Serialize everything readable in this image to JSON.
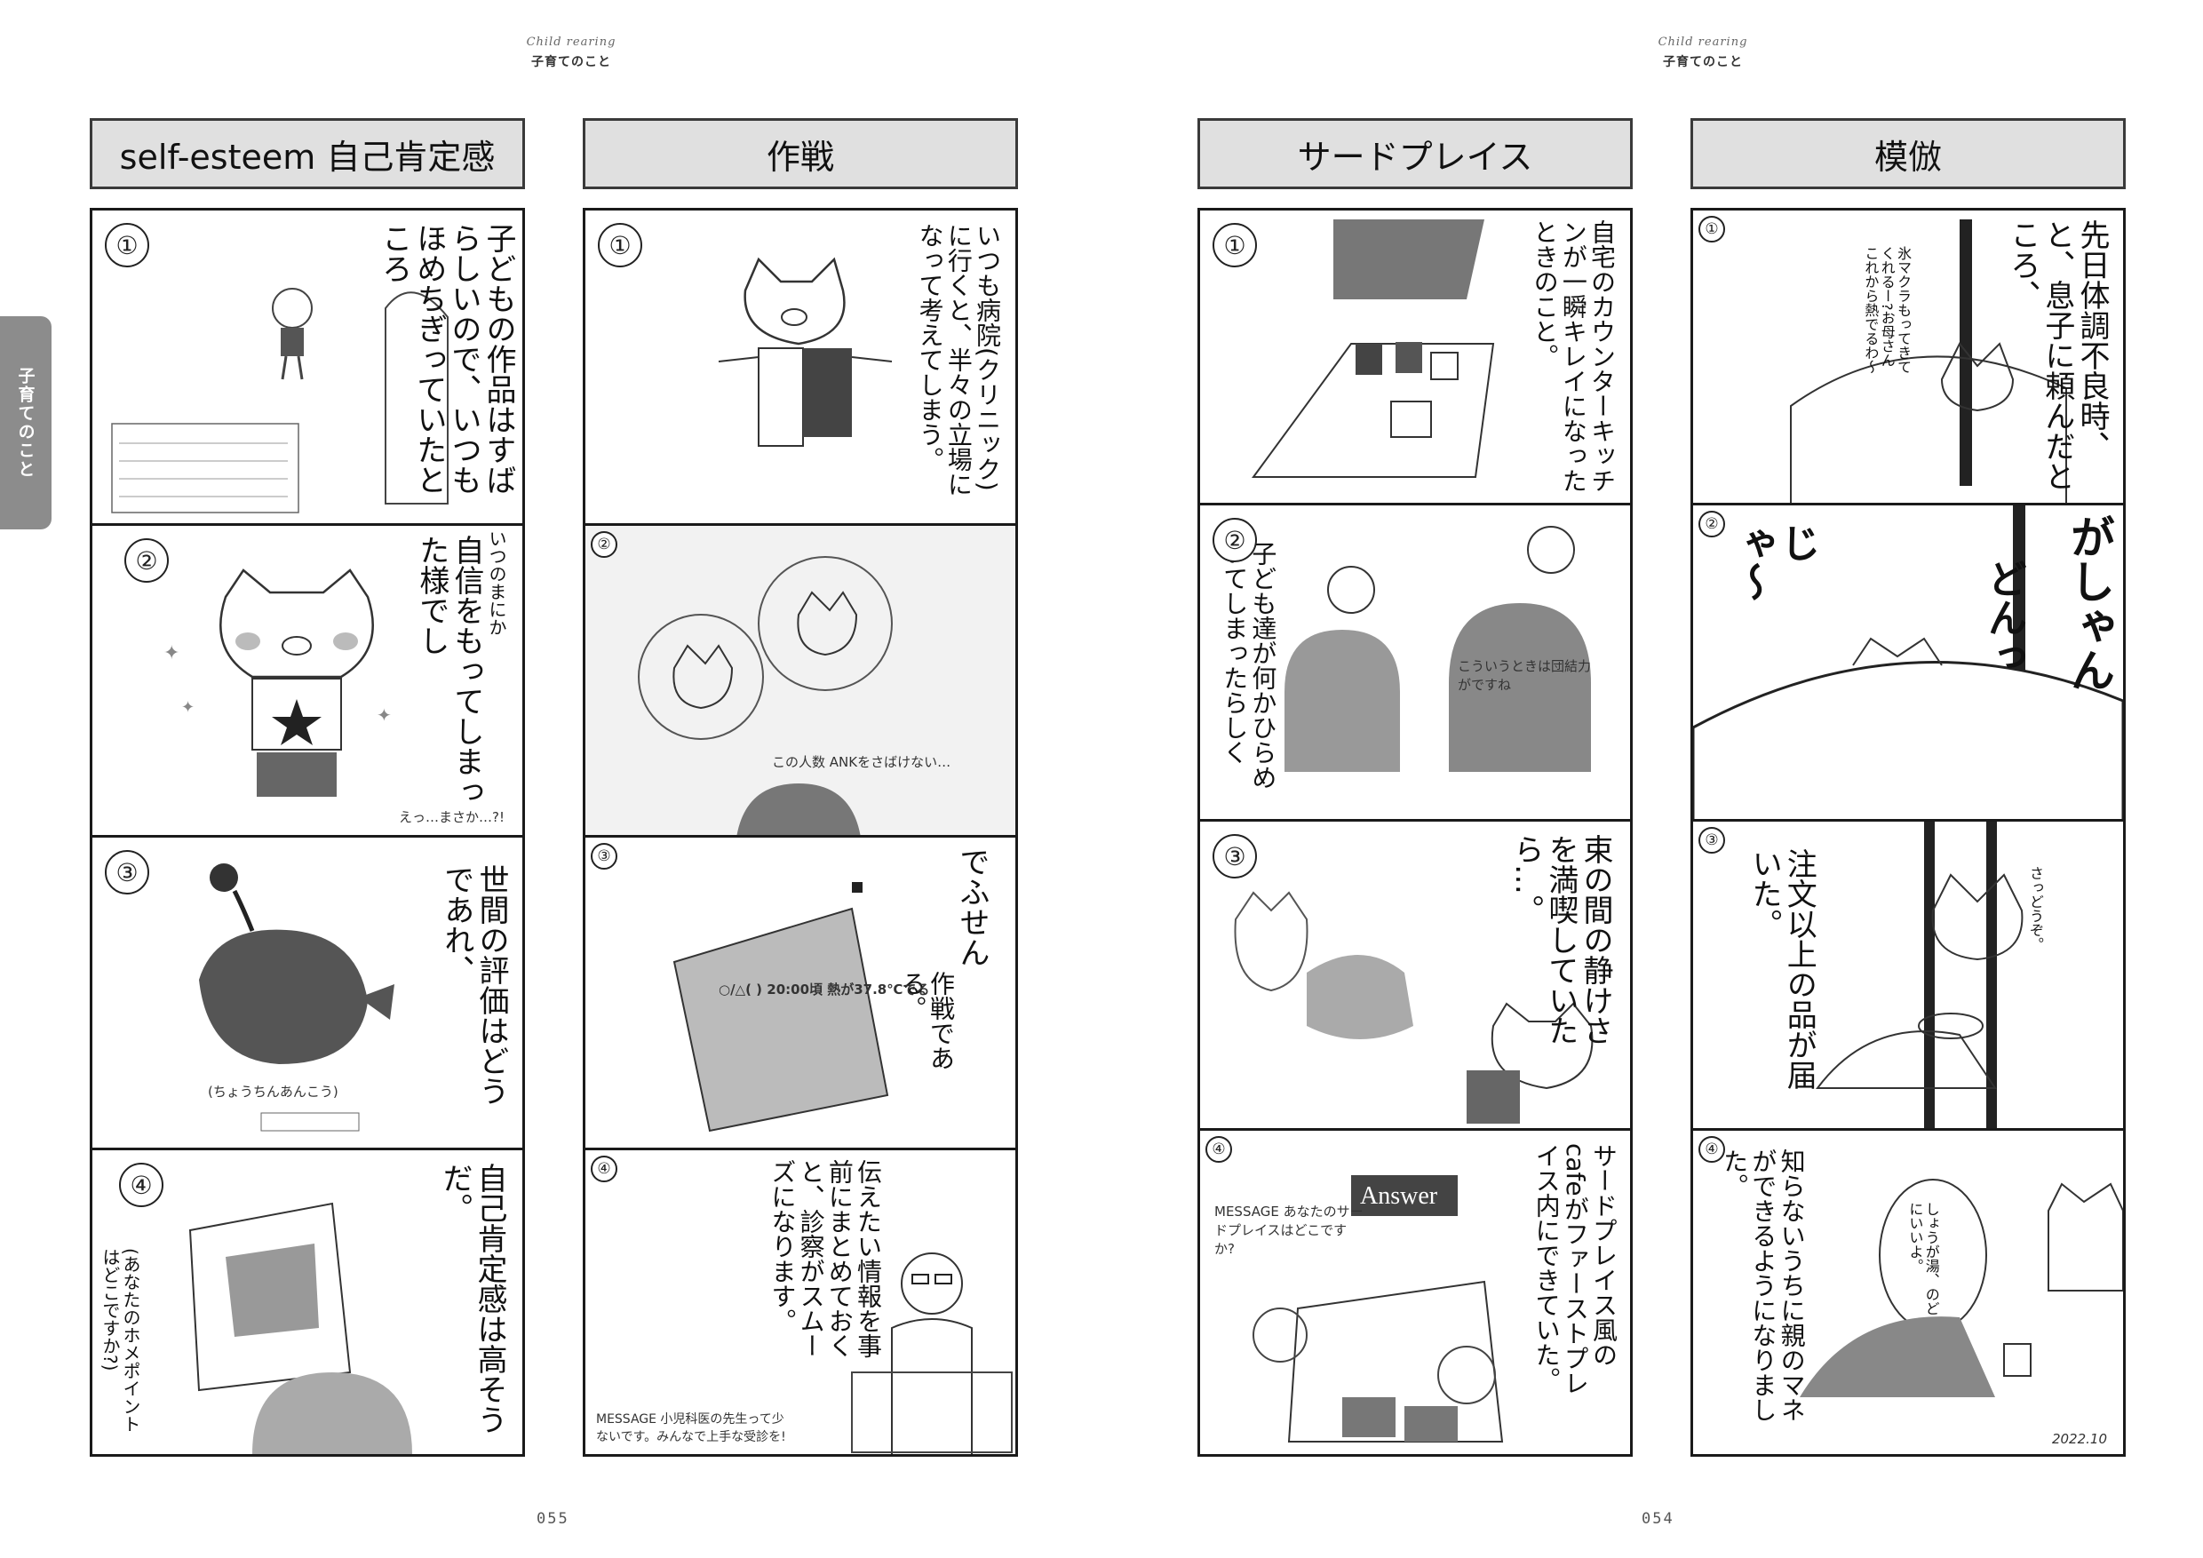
{
  "header_left": {
    "en": "Child rearing",
    "ja": "子育てのこと"
  },
  "header_right": {
    "en": "Child rearing",
    "ja": "子育てのこと"
  },
  "side_tab": "子育てのこと",
  "page_numbers": {
    "left": "055",
    "right": "054"
  },
  "strips": [
    {
      "title": "self-esteem 自己肯定感",
      "panels": [
        {
          "num": "①",
          "text": "子どもの作品はすばらしいので、いつもほめちぎっていたところ"
        },
        {
          "num": "②",
          "small": "いつのまにか",
          "text": "自信をもってしまった様でし",
          "sub": "えっ…まさか…?!"
        },
        {
          "num": "③",
          "text": "世間の評価はどうであれ、",
          "sub": "(ちょうちんあんこう)"
        },
        {
          "num": "④",
          "text": "自己肯定感は高そうだ。",
          "sub": "(あなたのホメポイントはどこですか?)"
        }
      ]
    },
    {
      "title": "作戦",
      "panels": [
        {
          "num": "①",
          "text": "いつも病院(クリニック)に行くと、半々の立場になって考えてしまう。"
        },
        {
          "num": "②",
          "sub": "この人数 ANKをさばけない…"
        },
        {
          "num": "③",
          "big": "でふせん",
          "text": "作戦である。",
          "sub": "○/△( ) 20:00頃 熱が37.8℃でる"
        },
        {
          "num": "④",
          "text": "伝えたい情報を事前にまとめておくと、診察がスムーズになります。",
          "sub": "MESSAGE 小児科医の先生って少ないです。みんなで上手な受診を!"
        }
      ]
    },
    {
      "title": "サードプレイス",
      "panels": [
        {
          "num": "①",
          "text": "自宅のカウンターキッチンが一瞬キレイになったときのこと。"
        },
        {
          "num": "②",
          "text": "子ども達が何かひらめいてしまったらしく",
          "sub": "こういうときは団結力がですね"
        },
        {
          "num": "③",
          "text": "束の間の静けさを満喫していたら…。"
        },
        {
          "num": "④",
          "text": "サードプレイス風のcafeがファーストプレイス内にできていた。",
          "sub": "MESSAGE あなたのサードプレイスはどこですか?",
          "sign": "Answer"
        }
      ]
    },
    {
      "title": "模倣",
      "panels": [
        {
          "num": "①",
          "text": "先日体調不良時、と、息子に頼んだところ、",
          "sub": "氷マクラもってきてくれるー?お母さんこれから熱でるわ〜"
        },
        {
          "num": "②",
          "sfx1": "じゃ〜",
          "sfx2": "がしゃん",
          "sfx3": "どんっ"
        },
        {
          "num": "③",
          "text": "注文以上の品が届いた。",
          "sub": "さっどうぞ。"
        },
        {
          "num": "④",
          "text": "知らないうちに親のマネができるようになりました。",
          "sub": "しょうが湯、のどにいいよ。",
          "date": "2022.10"
        }
      ]
    }
  ]
}
